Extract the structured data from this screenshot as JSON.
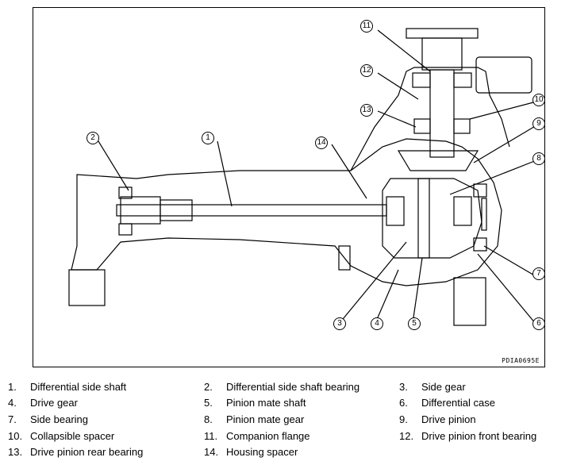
{
  "figure": {
    "id_label": "PDIA0695E",
    "callouts": [
      "1",
      "2",
      "3",
      "4",
      "5",
      "6",
      "7",
      "8",
      "9",
      "10",
      "11",
      "12",
      "13",
      "14"
    ]
  },
  "legend": [
    {
      "num": "1.",
      "label": "Differential side shaft"
    },
    {
      "num": "2.",
      "label": "Differential side shaft bearing"
    },
    {
      "num": "3.",
      "label": "Side gear"
    },
    {
      "num": "4.",
      "label": "Drive gear"
    },
    {
      "num": "5.",
      "label": "Pinion mate shaft"
    },
    {
      "num": "6.",
      "label": "Differential case"
    },
    {
      "num": "7.",
      "label": "Side bearing"
    },
    {
      "num": "8.",
      "label": "Pinion mate gear"
    },
    {
      "num": "9.",
      "label": "Drive pinion"
    },
    {
      "num": "10.",
      "label": "Collapsible spacer"
    },
    {
      "num": "11.",
      "label": "Companion flange"
    },
    {
      "num": "12.",
      "label": "Drive pinion front bearing"
    },
    {
      "num": "13.",
      "label": "Drive pinion rear bearing"
    },
    {
      "num": "14.",
      "label": "Housing spacer"
    }
  ]
}
